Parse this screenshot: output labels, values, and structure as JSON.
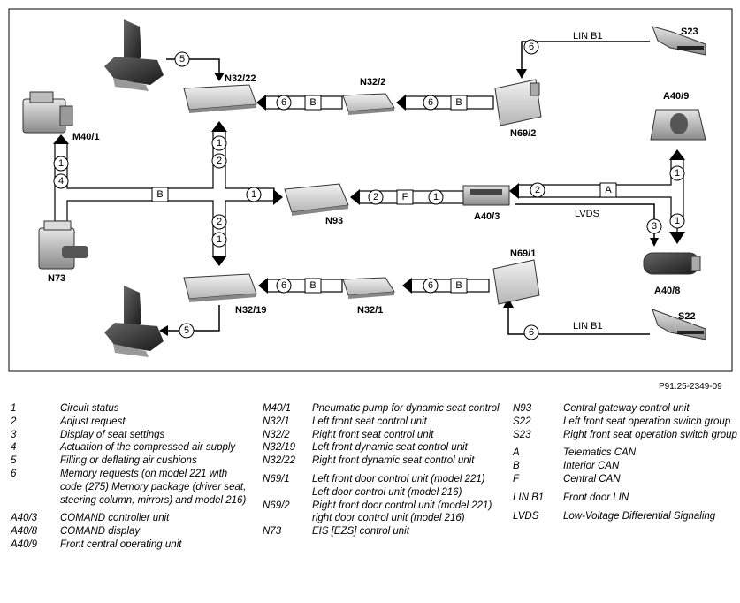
{
  "figure_id": "P91.25-2349-09",
  "components": {
    "n32_22": "N32/22",
    "n32_2": "N32/2",
    "n69_2": "N69/2",
    "s23": "S23",
    "a40_9": "A40/9",
    "m40_1": "M40/1",
    "n93": "N93",
    "a40_3": "A40/3",
    "a40_8": "A40/8",
    "n73": "N73",
    "n69_1": "N69/1",
    "n32_19": "N32/19",
    "n32_1": "N32/1",
    "s22": "S22"
  },
  "bus_labels": {
    "b": "B",
    "f": "F",
    "a": "A",
    "lin_top": "LIN B1",
    "lin_bottom": "LIN B1",
    "lvds": "LVDS"
  },
  "markers": {
    "one": "1",
    "two": "2",
    "three": "3",
    "four": "4",
    "five": "5",
    "six": "6"
  },
  "legend": {
    "col1": [
      {
        "key": "1",
        "text": "Circuit status"
      },
      {
        "key": "2",
        "text": "Adjust request"
      },
      {
        "key": "3",
        "text": "Display of seat settings"
      },
      {
        "key": "4",
        "text": "Actuation of the compressed air supply"
      },
      {
        "key": "5",
        "text": "Filling or deflating air cushions"
      },
      {
        "key": "6",
        "text": "Memory requests (on model 221 with code (275) Memory package (driver seat, steering column, mirrors) and model 216)"
      },
      {
        "key": "A40/3",
        "text": "COMAND controller unit"
      },
      {
        "key": "A40/8",
        "text": "COMAND display"
      },
      {
        "key": "A40/9",
        "text": "Front central operating unit"
      }
    ],
    "col2": [
      {
        "key": "M40/1",
        "text": "Pneumatic pump for dynamic seat control"
      },
      {
        "key": "N32/1",
        "text": "Left front seat control unit"
      },
      {
        "key": "N32/2",
        "text": "Right front seat control unit"
      },
      {
        "key": "N32/19",
        "text": "Left front dynamic seat control unit"
      },
      {
        "key": "N32/22",
        "text": "Right front dynamic seat control unit"
      },
      {
        "key": "N69/1",
        "text": "Left front door control unit (model 221)"
      },
      {
        "key": "",
        "text": "Left door control unit (model 216)"
      },
      {
        "key": "N69/2",
        "text": "Right front door control unit (model 221)"
      },
      {
        "key": "",
        "text": "right door control unit (model 216)"
      },
      {
        "key": "N73",
        "text": "EIS [EZS] control unit"
      }
    ],
    "col3": [
      {
        "key": "N93",
        "text": "Central gateway control unit"
      },
      {
        "key": "S22",
        "text": "Left front seat operation switch group"
      },
      {
        "key": "S23",
        "text": "Right front seat operation switch group"
      },
      {
        "key": "A",
        "text": "Telematics CAN"
      },
      {
        "key": "B",
        "text": "Interior CAN"
      },
      {
        "key": "F",
        "text": "Central CAN"
      },
      {
        "key": "LIN B1",
        "text": "Front door LIN"
      },
      {
        "key": "LVDS",
        "text": "Low-Voltage Differential Signaling"
      }
    ]
  }
}
